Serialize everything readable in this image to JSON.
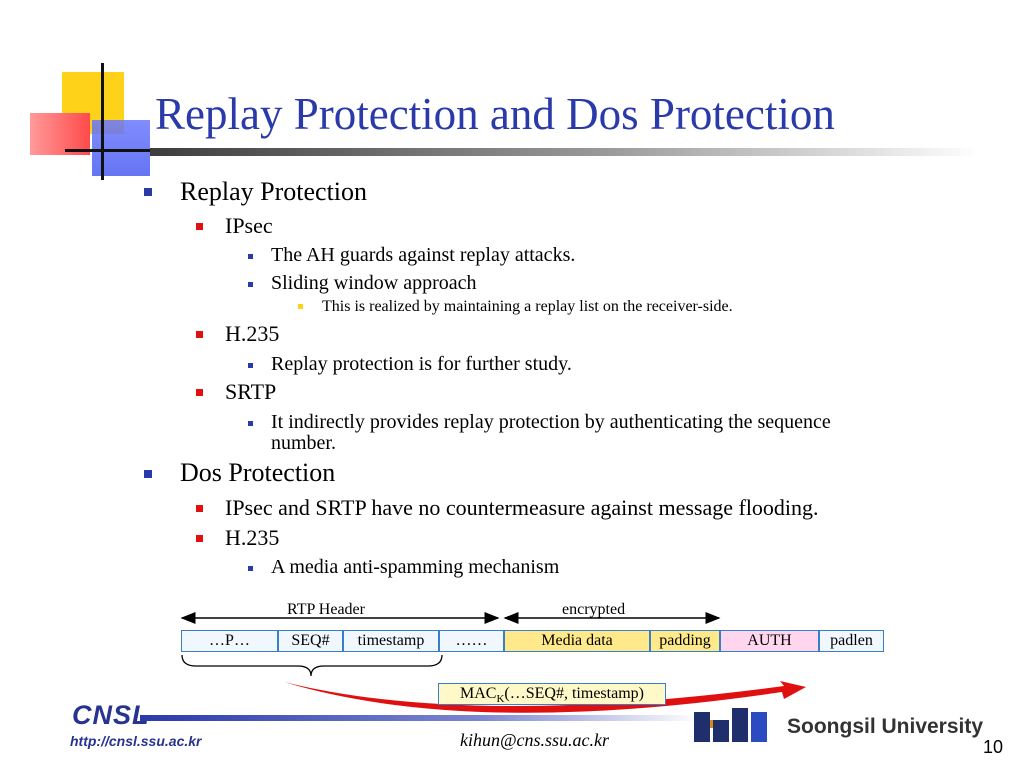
{
  "slide": {
    "title": "Replay Protection and Dos Protection",
    "page_number": "10"
  },
  "bullets": {
    "replay": "Replay Protection",
    "ipsec": "IPsec",
    "ipsec_1": "The AH guards against replay attacks.",
    "ipsec_2": "Sliding window approach",
    "ipsec_2_1": "This is realized by maintaining a replay list on the receiver-side.",
    "h235": "H.235",
    "h235_1": "Replay protection is for further study.",
    "srtp": "SRTP",
    "srtp_1a": "It indirectly provides replay protection by authenticating the sequence",
    "srtp_1b": "number.",
    "dos": "Dos Protection",
    "dos_1": "IPsec and SRTP have no countermeasure against message flooding.",
    "dos_2": "H.235",
    "dos_2_1": "A media anti-spamming mechanism"
  },
  "diagram": {
    "rtp_header_label": "RTP Header",
    "encrypted_label": "encrypted",
    "cells": [
      "…P…",
      "SEQ#",
      "timestamp",
      "……",
      "Media data",
      "padding",
      "AUTH",
      "padlen"
    ],
    "mac_main": "MAC",
    "mac_sub": "K",
    "mac_rest": "(…SEQ#, timestamp)"
  },
  "footer": {
    "logo_text": "CNSL",
    "url": "http://cnsl.ssu.ac.kr",
    "email": "kihun@cns.ssu.ac.kr",
    "university": "Soongsil University"
  },
  "colors": {
    "title": "#2a3aa8",
    "bullet_l1": "#2a3aa8",
    "bullet_l2": "#e01010",
    "bullet_l4": "#ffd21a",
    "arrow": "#e01010"
  }
}
